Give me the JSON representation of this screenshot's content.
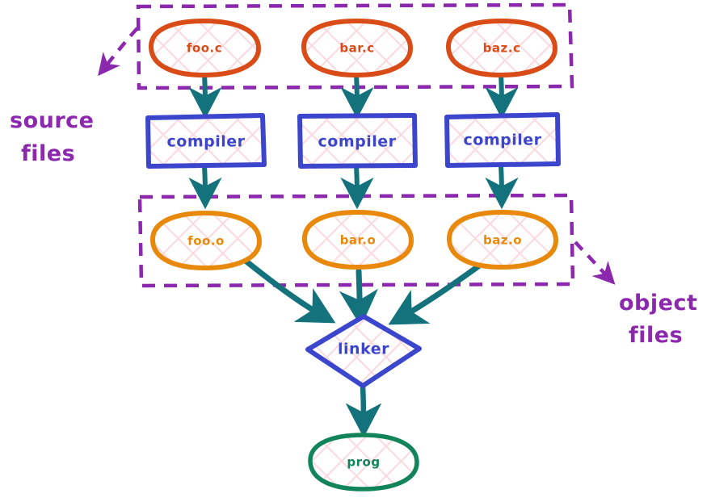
{
  "diagram": {
    "title": "C build pipeline: source files to compiler to object files to linker to program",
    "colors": {
      "source_stroke": "#d94c18",
      "object_stroke": "#e8890c",
      "process_stroke": "#3b46cc",
      "output_stroke": "#11845a",
      "arrow": "#14727c",
      "group_stroke": "#8b28ad",
      "annotation_text": "#8b28ad",
      "hatch_fill": "#fbd9de",
      "background": "#ffffff"
    },
    "groups": [
      {
        "id": "source-group",
        "label_ref": "source_files",
        "style": "dashed-rectangle"
      },
      {
        "id": "object-group",
        "label_ref": "object_files",
        "style": "dashed-rectangle"
      }
    ],
    "annotations": [
      {
        "id": "source_files",
        "line1": "source",
        "line2": "files",
        "points_to": "source-group",
        "arrow": "dashed"
      },
      {
        "id": "object_files",
        "line1": "object",
        "line2": "files",
        "points_to": "object-group",
        "arrow": "dashed"
      }
    ],
    "nodes": {
      "sources": [
        {
          "id": "foo-c",
          "label": "foo.c",
          "shape": "ellipse"
        },
        {
          "id": "bar-c",
          "label": "bar.c",
          "shape": "ellipse"
        },
        {
          "id": "baz-c",
          "label": "baz.c",
          "shape": "ellipse"
        }
      ],
      "compilers": [
        {
          "id": "compiler-1",
          "label": "compiler",
          "shape": "rectangle"
        },
        {
          "id": "compiler-2",
          "label": "compiler",
          "shape": "rectangle"
        },
        {
          "id": "compiler-3",
          "label": "compiler",
          "shape": "rectangle"
        }
      ],
      "objects": [
        {
          "id": "foo-o",
          "label": "foo.o",
          "shape": "ellipse"
        },
        {
          "id": "bar-o",
          "label": "bar.o",
          "shape": "ellipse"
        },
        {
          "id": "baz-o",
          "label": "baz.o",
          "shape": "ellipse"
        }
      ],
      "linker": {
        "id": "linker",
        "label": "linker",
        "shape": "diamond"
      },
      "output": {
        "id": "prog",
        "label": "prog",
        "shape": "ellipse"
      }
    },
    "edges": [
      {
        "from": "foo-c",
        "to": "compiler-1"
      },
      {
        "from": "bar-c",
        "to": "compiler-2"
      },
      {
        "from": "baz-c",
        "to": "compiler-3"
      },
      {
        "from": "compiler-1",
        "to": "foo-o"
      },
      {
        "from": "compiler-2",
        "to": "bar-o"
      },
      {
        "from": "compiler-3",
        "to": "baz-o"
      },
      {
        "from": "foo-o",
        "to": "linker"
      },
      {
        "from": "bar-o",
        "to": "linker"
      },
      {
        "from": "baz-o",
        "to": "linker"
      },
      {
        "from": "linker",
        "to": "prog"
      }
    ]
  }
}
